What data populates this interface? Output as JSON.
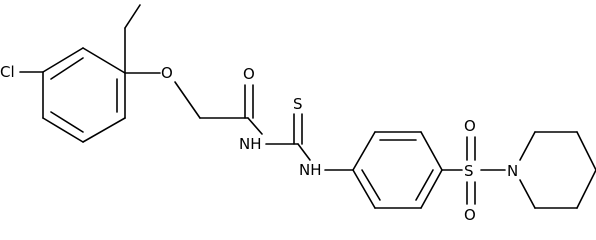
{
  "labels": {
    "chlorine": "Cl",
    "ether_oxygen": "O",
    "carbonyl_oxygen": "O",
    "thio_sulfur": "S",
    "amide_nh": "NH",
    "thioamide_nh": "NH",
    "sulfonyl_sulfur": "S",
    "sulfonyl_oxygen_top": "O",
    "sulfonyl_oxygen_bottom": "O",
    "piperidine_nitrogen": "N"
  }
}
